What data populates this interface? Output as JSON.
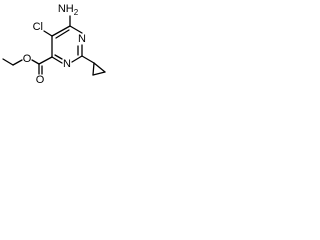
{
  "molecule": {
    "labels": {
      "amine": "NH",
      "amine_subscript": "2",
      "chloro": "Cl",
      "ring_n_upper": "N",
      "ring_n_lower": "N",
      "carbonyl_o": "O",
      "ester_o": "O"
    },
    "colors": {
      "bond": "#000000",
      "label": "#000000",
      "background": "#ffffff"
    }
  }
}
